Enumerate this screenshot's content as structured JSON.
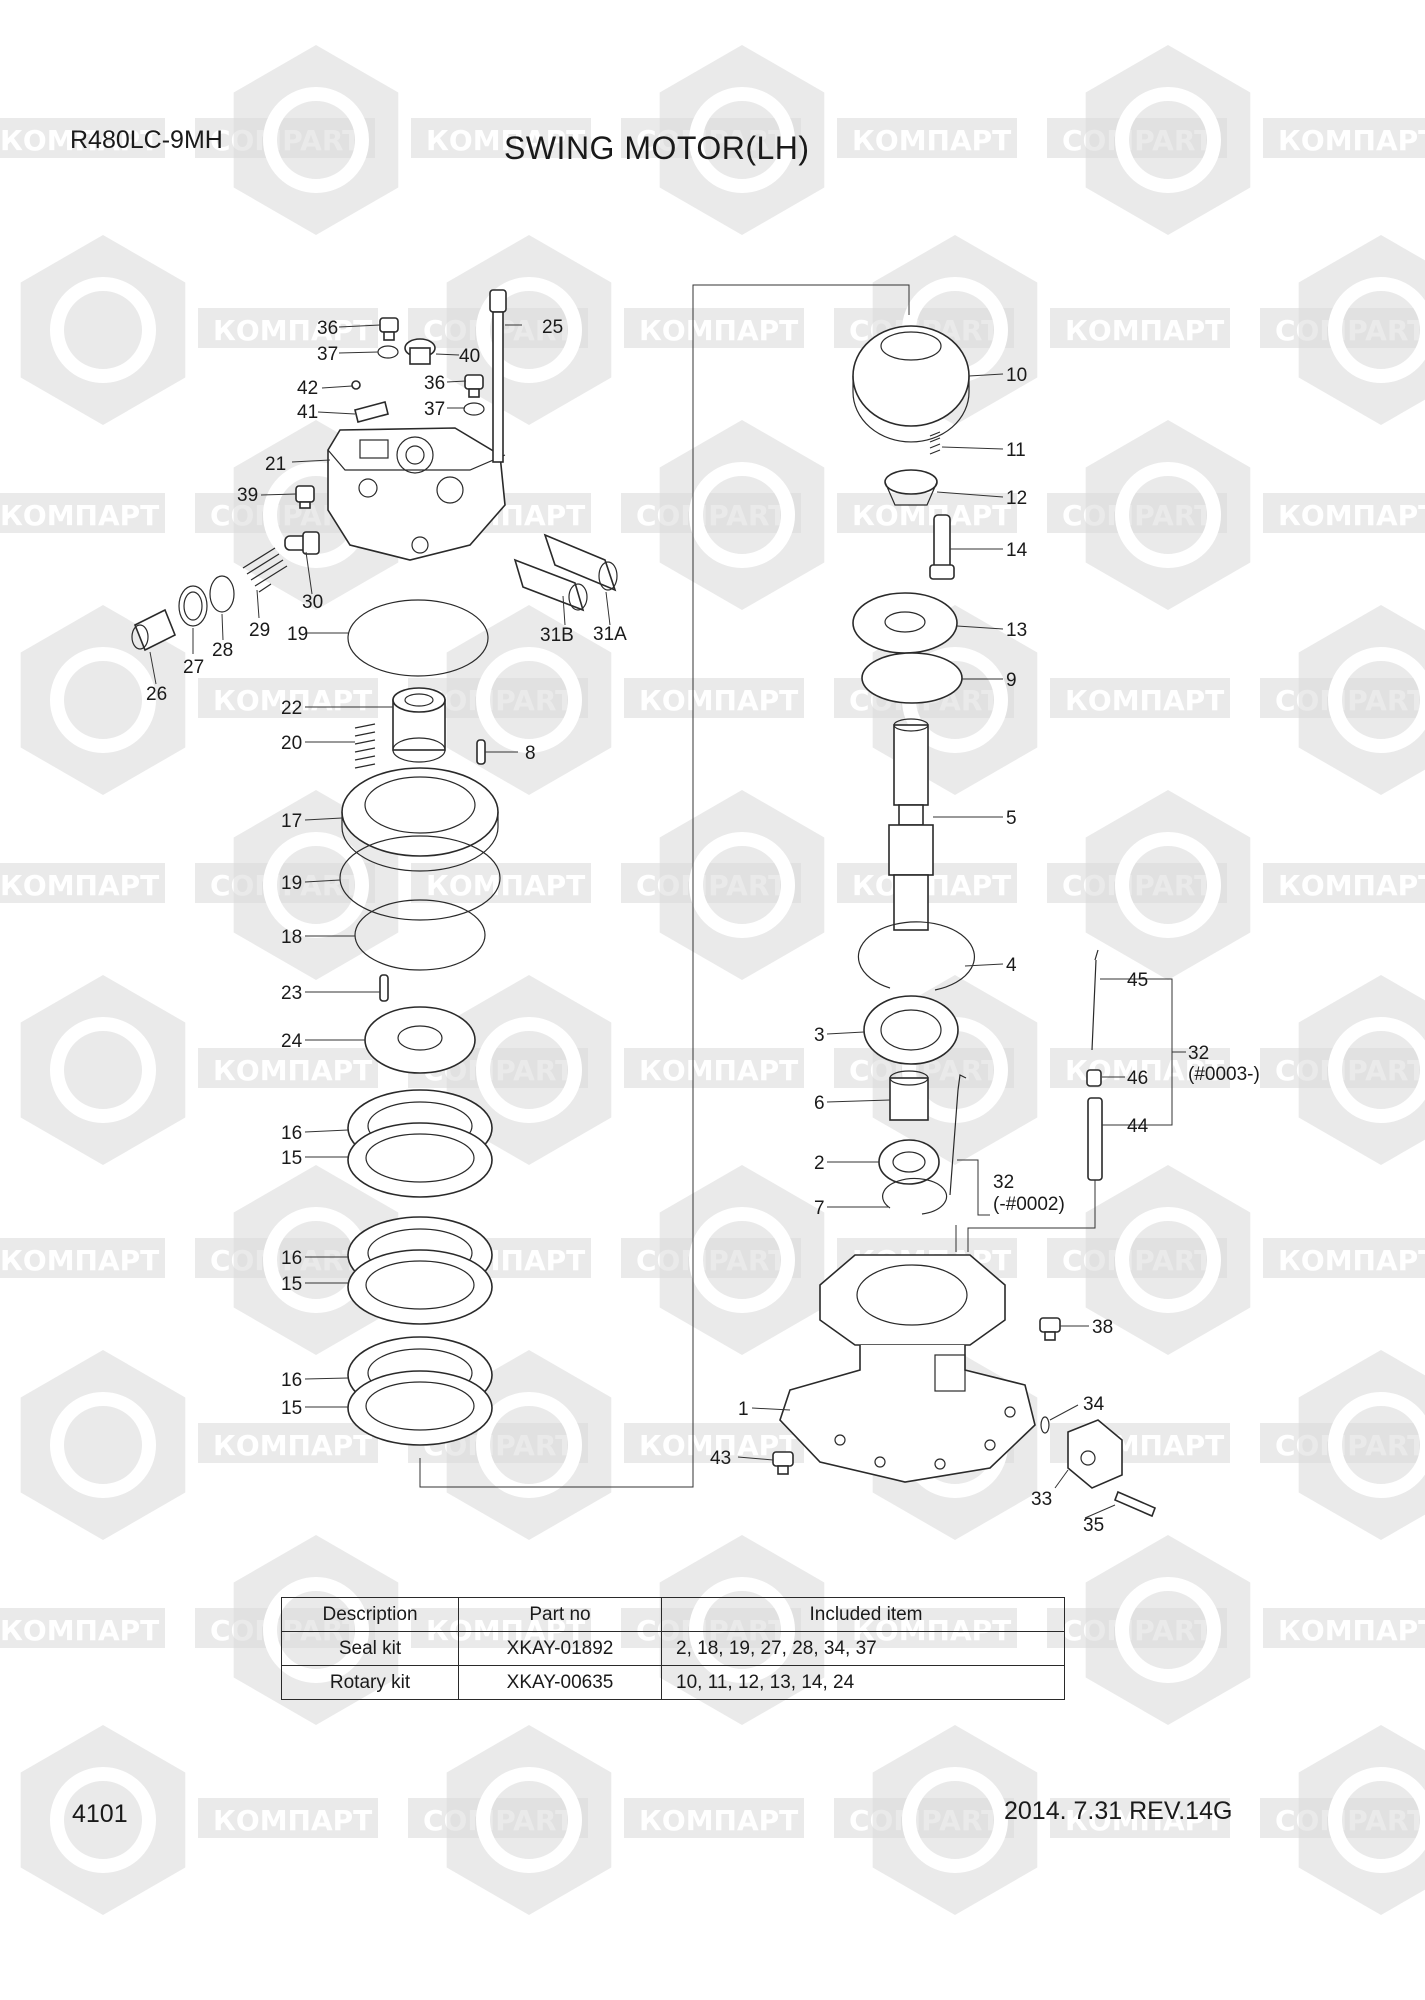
{
  "header": {
    "model": "R480LC-9MH",
    "title": "SWING MOTOR(LH)"
  },
  "watermark": {
    "cyrillic": "КОМПАРТ",
    "latin": "COMPART",
    "color": "#d9d9d9"
  },
  "callouts": {
    "c1": "1",
    "c2": "2",
    "c3": "3",
    "c4": "4",
    "c5": "5",
    "c6": "6",
    "c7": "7",
    "c8": "8",
    "c9": "9",
    "c10": "10",
    "c11": "11",
    "c12": "12",
    "c13": "13",
    "c14": "14",
    "c15a": "15",
    "c15b": "15",
    "c15c": "15",
    "c16a": "16",
    "c16b": "16",
    "c16c": "16",
    "c17": "17",
    "c18": "18",
    "c19a": "19",
    "c19b": "19",
    "c20": "20",
    "c21": "21",
    "c22": "22",
    "c23": "23",
    "c24": "24",
    "c25": "25",
    "c26": "26",
    "c27": "27",
    "c28": "28",
    "c29": "29",
    "c30": "30",
    "c31a": "31A",
    "c31b": "31B",
    "c32a": "32",
    "c32a_note": "(#0003-)",
    "c32b": "32",
    "c32b_note": "(-#0002)",
    "c33": "33",
    "c34": "34",
    "c35": "35",
    "c36a": "36",
    "c36b": "36",
    "c37a": "37",
    "c37b": "37",
    "c38": "38",
    "c39": "39",
    "c40": "40",
    "c41": "41",
    "c42": "42",
    "c43": "43",
    "c44": "44",
    "c45": "45",
    "c46": "46"
  },
  "kit_table": {
    "headers": [
      "Description",
      "Part no",
      "Included item"
    ],
    "rows": [
      [
        "Seal kit",
        "XKAY-01892",
        "2, 18, 19, 27, 28, 34, 37"
      ],
      [
        "Rotary kit",
        "XKAY-00635",
        "10, 11, 12, 13, 14, 24"
      ]
    ]
  },
  "footer": {
    "page_number": "4101",
    "revision": "2014. 7.31  REV.14G"
  }
}
